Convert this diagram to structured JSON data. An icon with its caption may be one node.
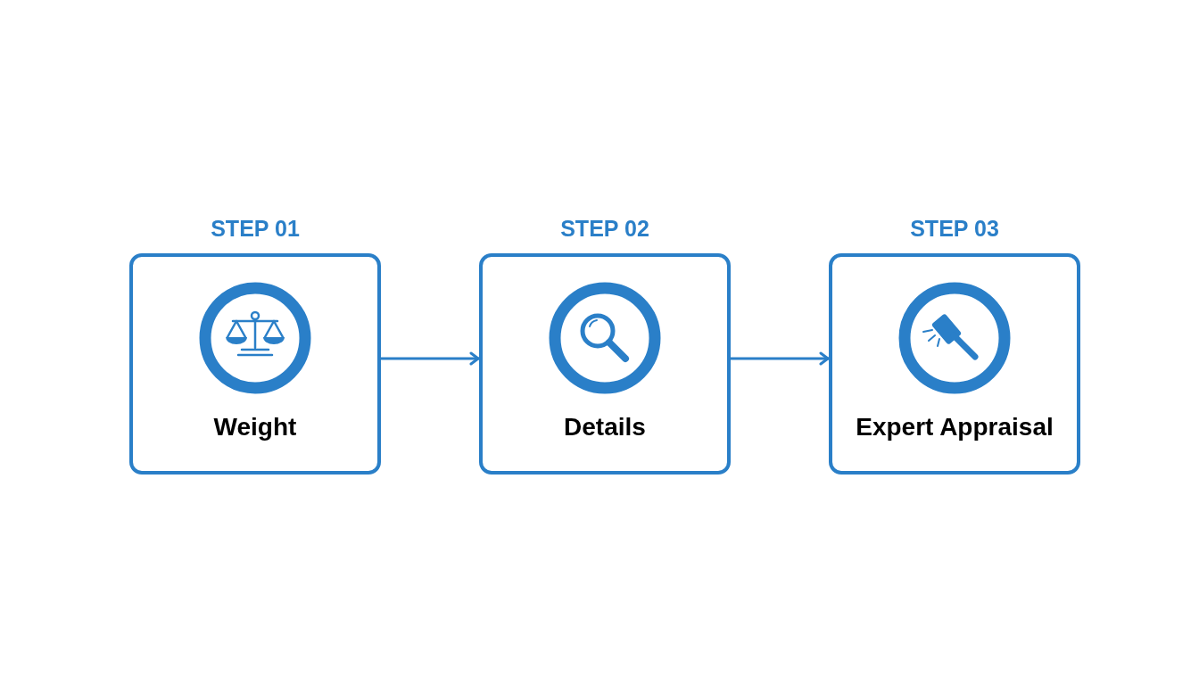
{
  "diagram": {
    "nodes": [
      {
        "text": [
          "STEP 01",
          "Weight"
        ]
      },
      {
        "text": [
          "STEP 02",
          "Details"
        ]
      },
      {
        "text": [
          "STEP 03",
          "Expert Appraisal"
        ]
      }
    ],
    "edges": [
      {
        "from": 0,
        "to": 1,
        "arrow": "to"
      },
      {
        "from": 1,
        "to": 2,
        "arrow": "to"
      }
    ]
  }
}
